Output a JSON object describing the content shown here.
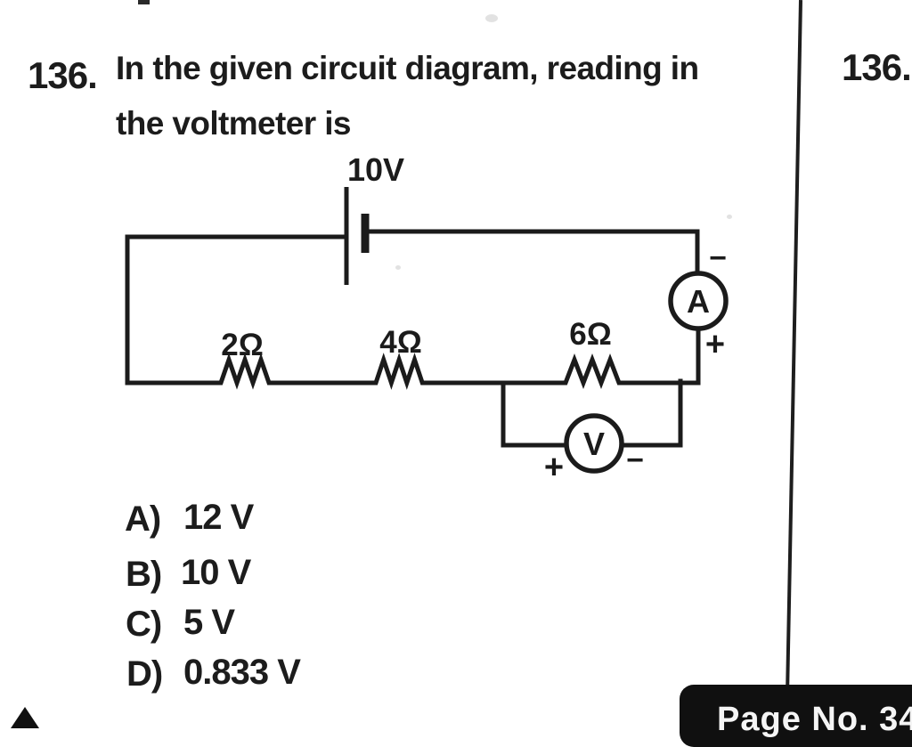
{
  "page": {
    "question_number": "136.",
    "question_line1": "In the given circuit diagram, reading in",
    "question_line2": "the voltmeter is",
    "next_column_question_number": "136.",
    "page_label": "Page No. 34"
  },
  "circuit": {
    "battery_label": "10V",
    "resistors": [
      {
        "label": "2Ω"
      },
      {
        "label": "4Ω"
      },
      {
        "label": "6Ω"
      }
    ],
    "ammeter_letter": "A",
    "ammeter_minus": "−",
    "ammeter_plus": "+",
    "voltmeter_letter": "V",
    "voltmeter_plus": "+",
    "voltmeter_minus": "−"
  },
  "options": [
    {
      "label": "A)",
      "value": "12 V"
    },
    {
      "label": "B)",
      "value": "10 V"
    },
    {
      "label": "C)",
      "value": "5 V"
    },
    {
      "label": "D)",
      "value": "0.833 V"
    }
  ],
  "colors": {
    "ink": "#1b1b1b",
    "paper": "#ffffff"
  }
}
